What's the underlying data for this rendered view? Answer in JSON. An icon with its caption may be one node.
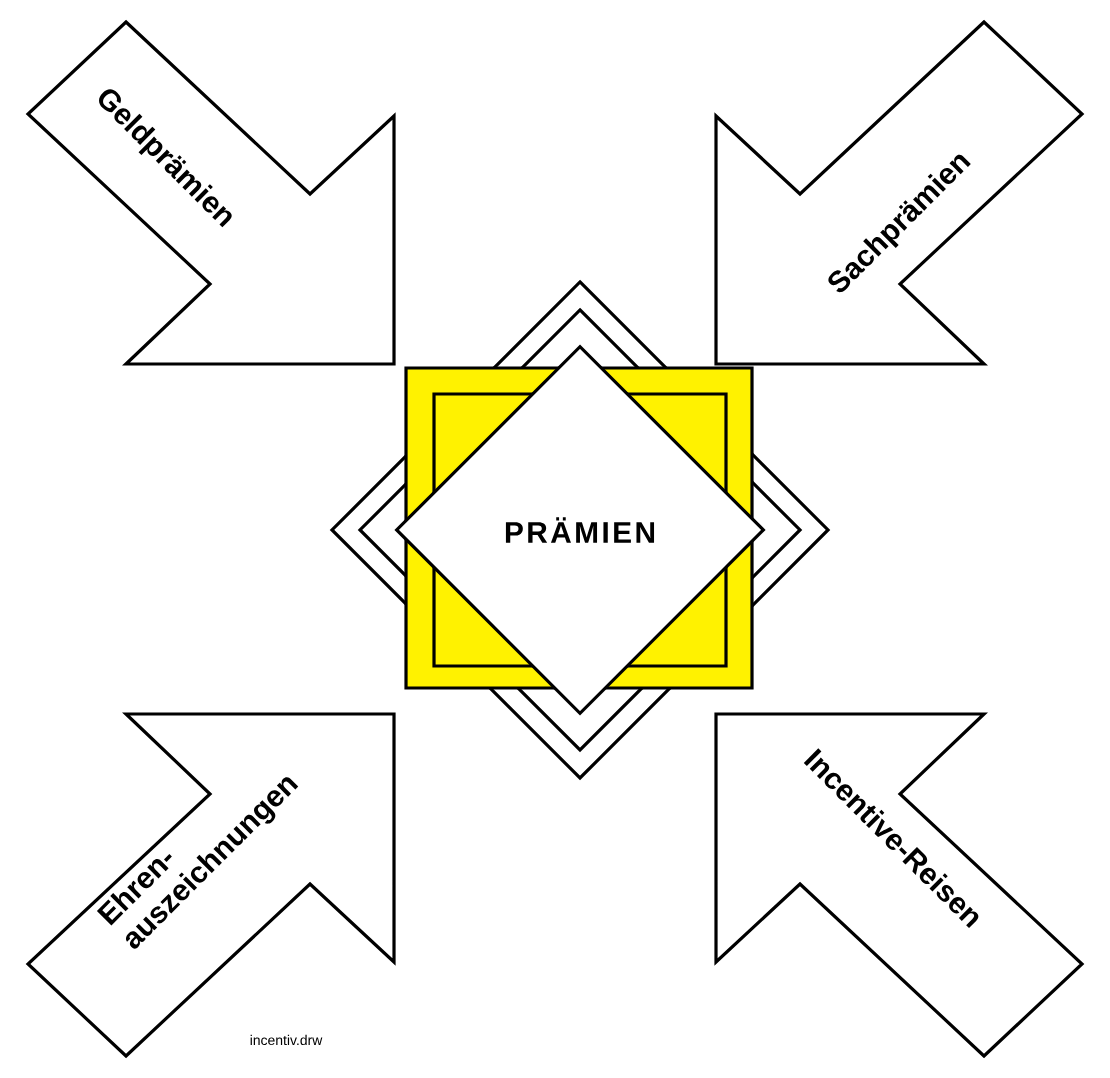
{
  "diagram": {
    "nodes": [
      {
        "text": [
          "Geldprämien"
        ]
      },
      {
        "text": [
          "Sachprämien"
        ]
      },
      {
        "text": [
          "PRÄMIEN"
        ]
      },
      {
        "text": [
          "Ehren- auszeichnungen"
        ]
      },
      {
        "text": [
          "Incentive-Reisen"
        ]
      }
    ],
    "labels": [
      "incentiv.drw"
    ]
  }
}
